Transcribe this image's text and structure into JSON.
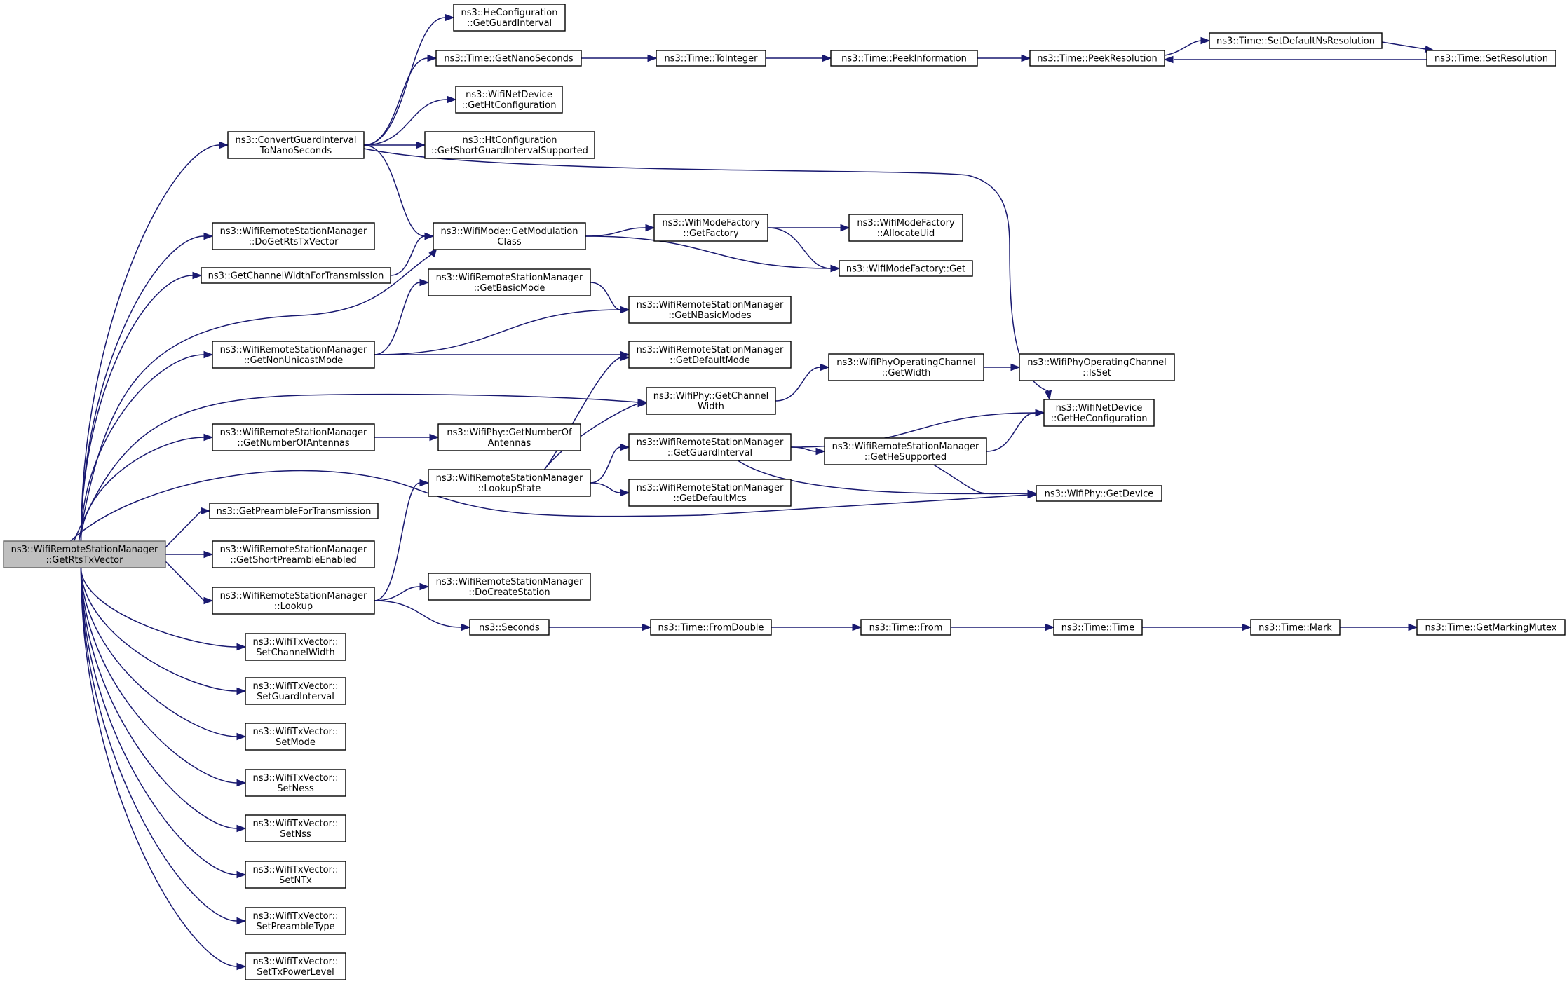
{
  "colors": {
    "edge": "#191970",
    "node_border": "#000000",
    "node_fill": "#ffffff",
    "root_fill": "#bfbfbf",
    "root_border": "#666666"
  },
  "nodes": [
    {
      "id": "root",
      "lines": [
        "ns3::WifiRemoteStationManager",
        "::GetRtsTxVector"
      ],
      "root": true
    },
    {
      "id": "convertGI",
      "lines": [
        "ns3::ConvertGuardInterval",
        "ToNanoSeconds"
      ]
    },
    {
      "id": "doGetRts",
      "lines": [
        "ns3::WifiRemoteStationManager",
        "::DoGetRtsTxVector"
      ]
    },
    {
      "id": "getChWidthTx",
      "lines": [
        "ns3::GetChannelWidthForTransmission"
      ]
    },
    {
      "id": "getNonUnicast",
      "lines": [
        "ns3::WifiRemoteStationManager",
        "::GetNonUnicastMode"
      ]
    },
    {
      "id": "getNumAnt",
      "lines": [
        "ns3::WifiRemoteStationManager",
        "::GetNumberOfAntennas"
      ]
    },
    {
      "id": "getPreamble",
      "lines": [
        "ns3::GetPreambleForTransmission"
      ]
    },
    {
      "id": "getShortPre",
      "lines": [
        "ns3::WifiRemoteStationManager",
        "::GetShortPreambleEnabled"
      ]
    },
    {
      "id": "lookup",
      "lines": [
        "ns3::WifiRemoteStationManager",
        "::Lookup"
      ]
    },
    {
      "id": "setChWidth",
      "lines": [
        "ns3::WifiTxVector::",
        "SetChannelWidth"
      ]
    },
    {
      "id": "setGI",
      "lines": [
        "ns3::WifiTxVector::",
        "SetGuardInterval"
      ]
    },
    {
      "id": "setMode",
      "lines": [
        "ns3::WifiTxVector::",
        "SetMode"
      ]
    },
    {
      "id": "setNess",
      "lines": [
        "ns3::WifiTxVector::",
        "SetNess"
      ]
    },
    {
      "id": "setNss",
      "lines": [
        "ns3::WifiTxVector::",
        "SetNss"
      ]
    },
    {
      "id": "setNTx",
      "lines": [
        "ns3::WifiTxVector::",
        "SetNTx"
      ]
    },
    {
      "id": "setPreType",
      "lines": [
        "ns3::WifiTxVector::",
        "SetPreambleType"
      ]
    },
    {
      "id": "setTxPow",
      "lines": [
        "ns3::WifiTxVector::",
        "SetTxPowerLevel"
      ]
    },
    {
      "id": "heGetGI",
      "lines": [
        "ns3::HeConfiguration",
        "::GetGuardInterval"
      ]
    },
    {
      "id": "getNano",
      "lines": [
        "ns3::Time::GetNanoSeconds"
      ]
    },
    {
      "id": "getHtConf",
      "lines": [
        "ns3::WifiNetDevice",
        "::GetHtConfiguration"
      ]
    },
    {
      "id": "htShortGI",
      "lines": [
        "ns3::HtConfiguration",
        "::GetShortGuardIntervalSupported"
      ]
    },
    {
      "id": "getModClass",
      "lines": [
        "ns3::WifiMode::GetModulation",
        "Class"
      ]
    },
    {
      "id": "getBasicMode",
      "lines": [
        "ns3::WifiRemoteStationManager",
        "::GetBasicMode"
      ]
    },
    {
      "id": "getPhyChWidth",
      "lines": [
        "ns3::WifiPhy::GetChannel",
        "Width"
      ]
    },
    {
      "id": "phyNumAnt",
      "lines": [
        "ns3::WifiPhy::GetNumberOf",
        "Antennas"
      ]
    },
    {
      "id": "lookupState",
      "lines": [
        "ns3::WifiRemoteStationManager",
        "::LookupState"
      ]
    },
    {
      "id": "doCreate",
      "lines": [
        "ns3::WifiRemoteStationManager",
        "::DoCreateStation"
      ]
    },
    {
      "id": "seconds",
      "lines": [
        "ns3::Seconds"
      ]
    },
    {
      "id": "toInteger",
      "lines": [
        "ns3::Time::ToInteger"
      ]
    },
    {
      "id": "modeFactoryGetFactory",
      "lines": [
        "ns3::WifiModeFactory",
        "::GetFactory"
      ]
    },
    {
      "id": "getNBasic",
      "lines": [
        "ns3::WifiRemoteStationManager",
        "::GetNBasicModes"
      ]
    },
    {
      "id": "getDefMode",
      "lines": [
        "ns3::WifiRemoteStationManager",
        "::GetDefaultMode"
      ]
    },
    {
      "id": "rsmGetGI",
      "lines": [
        "ns3::WifiRemoteStationManager",
        "::GetGuardInterval"
      ]
    },
    {
      "id": "getDefMcs",
      "lines": [
        "ns3::WifiRemoteStationManager",
        "::GetDefaultMcs"
      ]
    },
    {
      "id": "fromDouble",
      "lines": [
        "ns3::Time::FromDouble"
      ]
    },
    {
      "id": "peekInfo",
      "lines": [
        "ns3::Time::PeekInformation"
      ]
    },
    {
      "id": "allocUid",
      "lines": [
        "ns3::WifiModeFactory",
        "::AllocateUid"
      ]
    },
    {
      "id": "modeFactoryGet",
      "lines": [
        "ns3::WifiModeFactory::Get"
      ]
    },
    {
      "id": "opChGetWidth",
      "lines": [
        "ns3::WifiPhyOperatingChannel",
        "::GetWidth"
      ]
    },
    {
      "id": "getHeSupported",
      "lines": [
        "ns3::WifiRemoteStationManager",
        "::GetHeSupported"
      ]
    },
    {
      "id": "timeFrom",
      "lines": [
        "ns3::Time::From"
      ]
    },
    {
      "id": "peekRes",
      "lines": [
        "ns3::Time::PeekResolution"
      ]
    },
    {
      "id": "getHeConf",
      "lines": [
        "ns3::WifiNetDevice",
        "::GetHeConfiguration"
      ]
    },
    {
      "id": "phyGetDevice",
      "lines": [
        "ns3::WifiPhy::GetDevice"
      ]
    },
    {
      "id": "timeTime",
      "lines": [
        "ns3::Time::Time"
      ]
    },
    {
      "id": "setDefNsRes",
      "lines": [
        "ns3::Time::SetDefaultNsResolution"
      ]
    },
    {
      "id": "opChIsSet",
      "lines": [
        "ns3::WifiPhyOperatingChannel",
        "::IsSet"
      ]
    },
    {
      "id": "timeMark",
      "lines": [
        "ns3::Time::Mark"
      ]
    },
    {
      "id": "setRes",
      "lines": [
        "ns3::Time::SetResolution"
      ]
    },
    {
      "id": "getMarkMutex",
      "lines": [
        "ns3::Time::GetMarkingMutex"
      ]
    }
  ],
  "edges": [
    [
      "root",
      "convertGI"
    ],
    [
      "root",
      "doGetRts"
    ],
    [
      "root",
      "getChWidthTx"
    ],
    [
      "root",
      "getNonUnicast"
    ],
    [
      "root",
      "getNumAnt"
    ],
    [
      "root",
      "getPreamble"
    ],
    [
      "root",
      "getShortPre"
    ],
    [
      "root",
      "lookup"
    ],
    [
      "root",
      "setChWidth"
    ],
    [
      "root",
      "setGI"
    ],
    [
      "root",
      "setMode"
    ],
    [
      "root",
      "setNess"
    ],
    [
      "root",
      "setNss"
    ],
    [
      "root",
      "setNTx"
    ],
    [
      "root",
      "setPreType"
    ],
    [
      "root",
      "setTxPow"
    ],
    [
      "root",
      "getModClass"
    ],
    [
      "root",
      "getPhyChWidth"
    ],
    [
      "root",
      "phyGetDevice"
    ],
    [
      "convertGI",
      "heGetGI"
    ],
    [
      "convertGI",
      "getNano"
    ],
    [
      "convertGI",
      "getHtConf"
    ],
    [
      "convertGI",
      "htShortGI"
    ],
    [
      "convertGI",
      "getModClass"
    ],
    [
      "convertGI",
      "getHeConf"
    ],
    [
      "getChWidthTx",
      "getModClass"
    ],
    [
      "getNonUnicast",
      "getBasicMode"
    ],
    [
      "getNonUnicast",
      "getNBasic"
    ],
    [
      "getNonUnicast",
      "getDefMode"
    ],
    [
      "getNumAnt",
      "phyNumAnt"
    ],
    [
      "lookup",
      "lookupState"
    ],
    [
      "lookup",
      "doCreate"
    ],
    [
      "lookup",
      "seconds"
    ],
    [
      "getNano",
      "toInteger"
    ],
    [
      "toInteger",
      "peekInfo"
    ],
    [
      "peekInfo",
      "peekRes"
    ],
    [
      "peekRes",
      "setDefNsRes"
    ],
    [
      "setDefNsRes",
      "setRes"
    ],
    [
      "setRes",
      "peekRes"
    ],
    [
      "getModClass",
      "modeFactoryGetFactory"
    ],
    [
      "getModClass",
      "modeFactoryGet"
    ],
    [
      "modeFactoryGetFactory",
      "allocUid"
    ],
    [
      "modeFactoryGetFactory",
      "modeFactoryGet"
    ],
    [
      "getBasicMode",
      "getNBasic"
    ],
    [
      "lookupState",
      "getDefMode"
    ],
    [
      "lookupState",
      "getPhyChWidth"
    ],
    [
      "lookupState",
      "rsmGetGI"
    ],
    [
      "lookupState",
      "getDefMcs"
    ],
    [
      "getPhyChWidth",
      "opChGetWidth"
    ],
    [
      "opChGetWidth",
      "opChIsSet"
    ],
    [
      "rsmGetGI",
      "getHeConf"
    ],
    [
      "rsmGetGI",
      "getHeSupported"
    ],
    [
      "rsmGetGI",
      "phyGetDevice"
    ],
    [
      "getHeSupported",
      "getHeConf"
    ],
    [
      "getHeSupported",
      "phyGetDevice"
    ],
    [
      "seconds",
      "fromDouble"
    ],
    [
      "fromDouble",
      "timeFrom"
    ],
    [
      "timeFrom",
      "timeTime"
    ],
    [
      "timeTime",
      "timeMark"
    ],
    [
      "timeMark",
      "getMarkMutex"
    ]
  ]
}
